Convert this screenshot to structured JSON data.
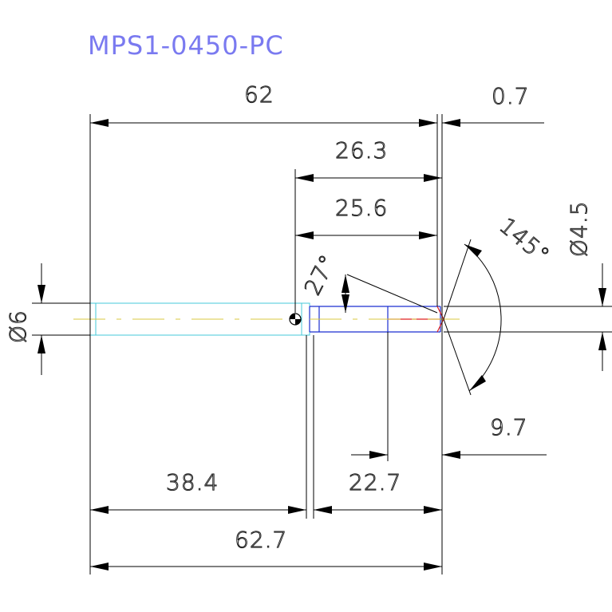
{
  "title": "MPS1-0450-PC",
  "dimensions": {
    "overall_body": "62",
    "tip_offset": "0.7",
    "tip_length_outer": "26.3",
    "tip_length_inner": "25.6",
    "body_diameter": "Ø6",
    "tip_diameter": "Ø4.5",
    "cone_angle": "27°",
    "tip_angle": "145°",
    "tip_reference": "9.7",
    "barrel_length": "38.4",
    "plunger_length": "22.7",
    "total_length": "62.7"
  },
  "colors": {
    "title": "#7a7af0",
    "barrel": "#45c8d8",
    "plunger": "#1a2fd0",
    "tip": "#e02020",
    "centerline": "#d8c840"
  }
}
